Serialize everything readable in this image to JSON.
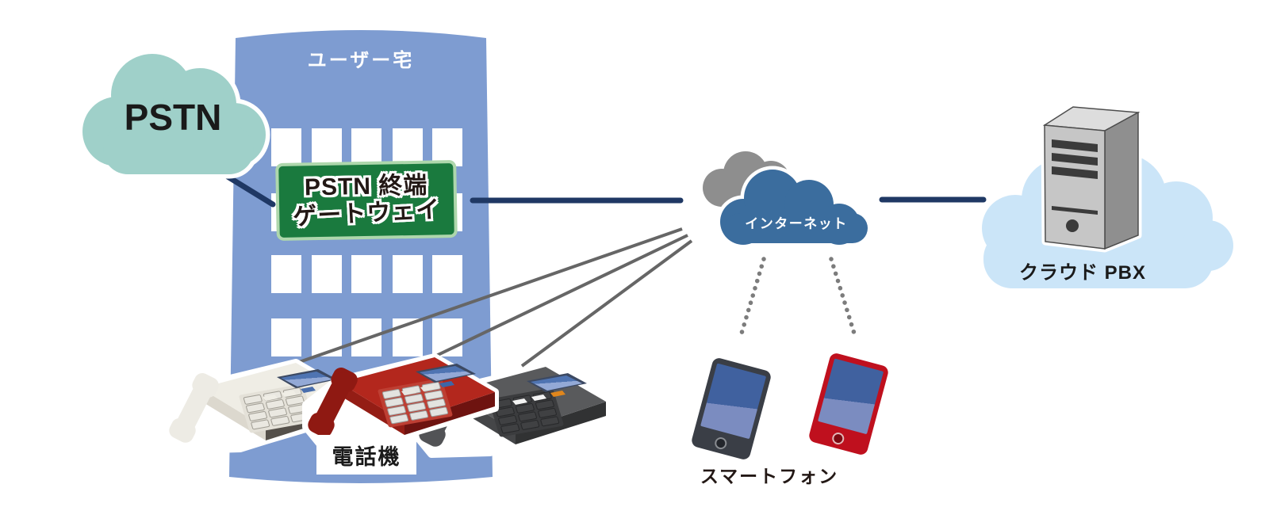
{
  "page": {
    "background": "#FFFFFF"
  },
  "building": {
    "label": "ユーザー宅"
  },
  "pstn": {
    "label": "PSTN"
  },
  "gateway": {
    "line1": "PSTN 終端",
    "line2": "ゲートウェイ"
  },
  "internet": {
    "label": "インターネット"
  },
  "pbx": {
    "label": "クラウド PBX"
  },
  "desk_phones": {
    "label": "電話機",
    "items": [
      {
        "name": "white desk phone",
        "colors": {
          "p-top": "#EFEDE5",
          "p-side": "#55504A",
          "p-front": "#DCD8CE",
          "p-keys": "#EAE8E1",
          "p-keystroke": "#A09D94",
          "p-panel": "#E4E1D8",
          "p-btn1": "#F0EEE6",
          "p-btn2": "#F0EEE6",
          "p-btn3": "#4A6EAC",
          "p-hand": "#EDEBE4"
        }
      },
      {
        "name": "red desk phone",
        "colors": {
          "p-top": "#B3271D",
          "p-side": "#6E1310",
          "p-front": "#941D15",
          "p-keys": "#E3E3E0",
          "p-keystroke": "#9A9A98",
          "p-panel": "#BE3F33",
          "p-btn1": "#E8E6E0",
          "p-btn2": "#E8E6E0",
          "p-btn3": "#3E66A8",
          "p-hand": "#8F1912"
        }
      },
      {
        "name": "dark gray desk phone",
        "colors": {
          "p-top": "#595A5C",
          "p-side": "#313233",
          "p-front": "#454648",
          "p-keys": "#404143",
          "p-keystroke": "#27282A",
          "p-panel": "#3B3C3E",
          "p-btn1": "#F4F4F4",
          "p-btn2": "#F4F4F4",
          "p-btn3": "#E0861C",
          "p-hand": "#525356"
        }
      }
    ]
  },
  "smartphones": {
    "label": "スマートフォン",
    "items": [
      {
        "name": "black smartphone",
        "colors": {
          "sp-body": "#3A3E46",
          "sp-screen-top": "#40619F",
          "sp-screen-bot": "#7B8CC0",
          "sp-home-bg": "#23262C",
          "sp-home-ring": "#8A8D92"
        }
      },
      {
        "name": "red smartphone",
        "colors": {
          "sp-body": "#BF101E",
          "sp-screen-top": "#40619F",
          "sp-screen-bot": "#7B8CC0",
          "sp-home-bg": "#7E0A12",
          "sp-home-ring": "#E3B9B9"
        }
      }
    ]
  },
  "connections": [
    {
      "from": "PSTN",
      "to": "PSTN終端ゲートウェイ",
      "style": "solid-navy"
    },
    {
      "from": "PSTN終端ゲートウェイ",
      "to": "インターネット",
      "style": "solid-navy"
    },
    {
      "from": "インターネット",
      "to": "クラウド PBX",
      "style": "solid-navy"
    },
    {
      "from": "電話機",
      "to": "インターネット",
      "style": "thin-gray",
      "count": 3
    },
    {
      "from": "インターネット",
      "to": "スマートフォン",
      "style": "dotted-gray",
      "count": 2
    }
  ],
  "colors": {
    "building": "#7E9CD1",
    "window": "#FFFFFF",
    "pstn-cloud": "#9FD0C9",
    "gw-fill": "#1A7A3E",
    "gw-border": "#AED7AC",
    "inet-front": "#3B6D9E",
    "inet-back": "#8E8E8E",
    "pbx-cloud": "#CBE5F8",
    "line-navy": "#1F3864",
    "line-gray": "#666666",
    "line-dot": "#7C7C7C",
    "server-front": "#C6C6C6",
    "server-side": "#8F8F8F",
    "server-top": "#DDDDDD",
    "server-vent": "#3B3B3B",
    "server-edge": "#4D4D4D",
    "text-dark": "#1A1A1A",
    "text-white": "#FFFFFF"
  }
}
